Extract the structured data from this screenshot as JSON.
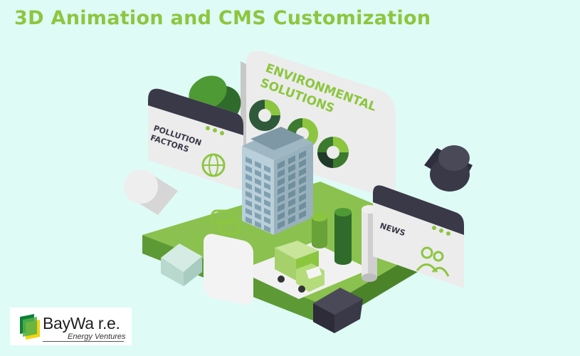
{
  "header": {
    "title": "3D Animation and CMS Customization"
  },
  "illustration": {
    "panel_environmental": [
      "ENVIRONMENTAL",
      "SOLUTIONS"
    ],
    "panel_pollution": [
      "POLLUTION",
      "FACTORS"
    ],
    "panel_news": "NEWS"
  },
  "logo": {
    "wordmark": "BayWa r.e.",
    "tagline": "Energy Ventures"
  },
  "colors": {
    "background": "#dffbf6",
    "accent_green": "#8cc63f",
    "dark_green": "#3c7a2e",
    "slate": "#3a3948"
  }
}
